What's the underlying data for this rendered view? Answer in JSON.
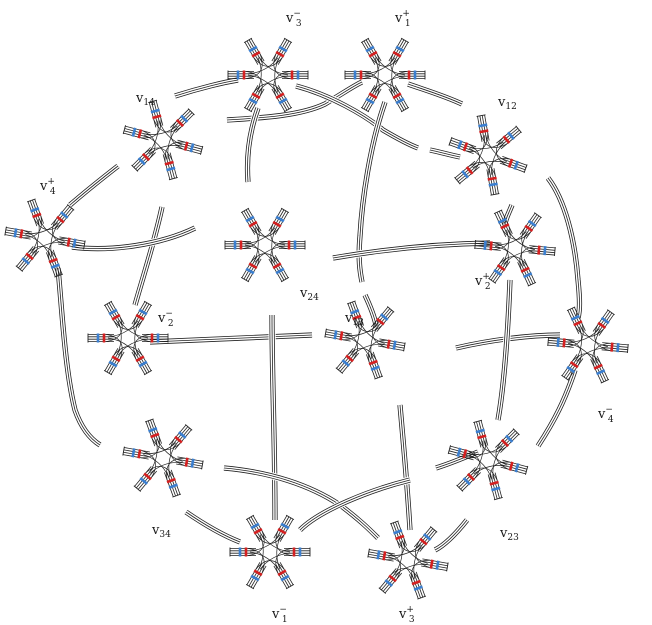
{
  "vertex_labels": [
    {
      "id": "v3m",
      "base": "v",
      "sub": "3",
      "sup": "−"
    },
    {
      "id": "v1p",
      "base": "v",
      "sub": "1",
      "sup": "+"
    },
    {
      "id": "v14",
      "base": "v",
      "sub": "14",
      "sup": ""
    },
    {
      "id": "v12",
      "base": "v",
      "sub": "12",
      "sup": ""
    },
    {
      "id": "v4p",
      "base": "v",
      "sub": "4",
      "sup": "+"
    },
    {
      "id": "v2p",
      "base": "v",
      "sub": "2",
      "sup": "+"
    },
    {
      "id": "v24",
      "base": "v",
      "sub": "24",
      "sup": ""
    },
    {
      "id": "v13",
      "base": "v",
      "sub": "13",
      "sup": ""
    },
    {
      "id": "v2m",
      "base": "v",
      "sub": "2",
      "sup": "−"
    },
    {
      "id": "v4m",
      "base": "v",
      "sub": "4",
      "sup": "−"
    },
    {
      "id": "v34",
      "base": "v",
      "sub": "34",
      "sup": ""
    },
    {
      "id": "v23",
      "base": "v",
      "sub": "23",
      "sup": ""
    },
    {
      "id": "v1m",
      "base": "v",
      "sub": "1",
      "sup": "−"
    },
    {
      "id": "v3p",
      "base": "v",
      "sub": "3",
      "sup": "+"
    }
  ],
  "colors": {
    "stroke": "#222222",
    "marker_red": "#d42020",
    "marker_blue": "#3b7fd0"
  }
}
